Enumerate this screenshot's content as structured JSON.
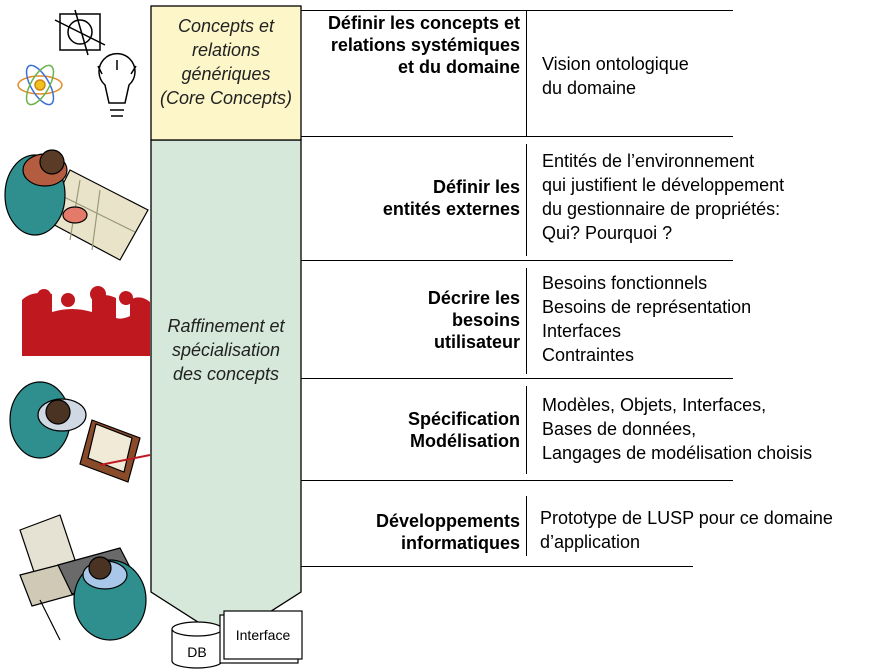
{
  "column": {
    "top_label": "Concepts et relations génériques (Core Concepts)",
    "bottom_label": "Raffinement et spécialisation des concepts"
  },
  "rows": [
    {
      "step": "Définir les concepts et relations systémiques et du domaine",
      "description": [
        "Vision ontologique",
        "du domaine"
      ]
    },
    {
      "step": "Définir les entités externes",
      "description": [
        "Entités de l’environnement",
        "qui justifient le développement",
        "du gestionnaire de propriétés:",
        "Qui? Pourquoi ?"
      ]
    },
    {
      "step": "Décrire les besoins utilisateur",
      "description": [
        "Besoins fonctionnels",
        "Besoins de représentation",
        "Interfaces",
        "Contraintes"
      ]
    },
    {
      "step": "Spécification Modélisation",
      "description": [
        "Modèles, Objets, Interfaces,",
        "Bases de données,",
        "Langages de modélisation choisis"
      ]
    },
    {
      "step": "Développements informatiques",
      "description": [
        "Prototype de LUSP pour ce domaine",
        "d’application"
      ]
    }
  ],
  "bottom_icons": {
    "db": "DB",
    "interface": "Interface"
  },
  "colors": {
    "top_fill": "#fdf6c9",
    "arrow_fill": "#d5e8d9",
    "red_figures": "#c0181f"
  },
  "clipart": [
    "science-idea-icon",
    "person-drafting-icon",
    "meeting-silhouette-icon",
    "person-writing-icon",
    "person-at-computer-icon"
  ]
}
